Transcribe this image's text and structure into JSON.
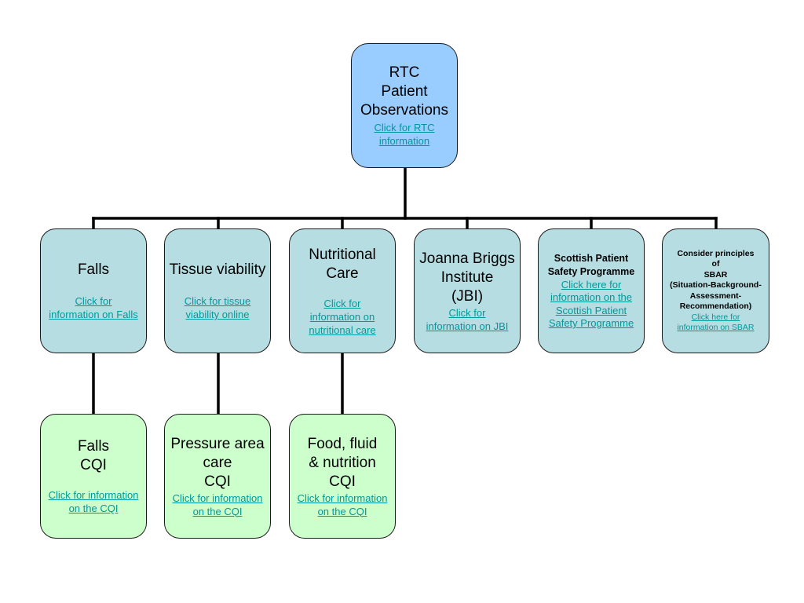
{
  "colors": {
    "root_fill": "#99ccff",
    "level2_fill": "#b6dde2",
    "level3_fill": "#ccffcc",
    "link": "#009999",
    "connector": "#000000"
  },
  "root": {
    "title": "RTC\nPatient\nObservations",
    "link": "Click for RTC\n information"
  },
  "level2": [
    {
      "id": "falls",
      "title": "Falls",
      "link": "Click for\n information on Falls"
    },
    {
      "id": "tissue",
      "title": "Tissue viability",
      "link": "Click for tissue\n viability online"
    },
    {
      "id": "nutritional",
      "title": "Nutritional\nCare",
      "link": "Click for\ninformation on\n nutritional care"
    },
    {
      "id": "jbi",
      "title": "Joanna Briggs\nInstitute\n(JBI)",
      "link": "Click for \ninformation on JBI"
    },
    {
      "id": "spsp",
      "title": "Scottish Patient\nSafety Programme",
      "link": "Click here for \ninformation on the\n Scottish Patient\n Safety Programme"
    },
    {
      "id": "sbar",
      "title": "Consider principles\nof\nSBAR\n(Situation-Background-\nAssessment-\nRecommendation)",
      "link": "Click here for \ninformation on SBAR"
    }
  ],
  "level3": [
    {
      "id": "falls-cqi",
      "title": "Falls\nCQI",
      "link": "Click for information \non the CQI"
    },
    {
      "id": "pressure-cqi",
      "title": "Pressure area\ncare\nCQI",
      "link": "Click for information\n on the CQI"
    },
    {
      "id": "food-cqi",
      "title": "Food, fluid\n& nutrition\nCQI",
      "link": "Click for information\n on the CQI"
    }
  ]
}
